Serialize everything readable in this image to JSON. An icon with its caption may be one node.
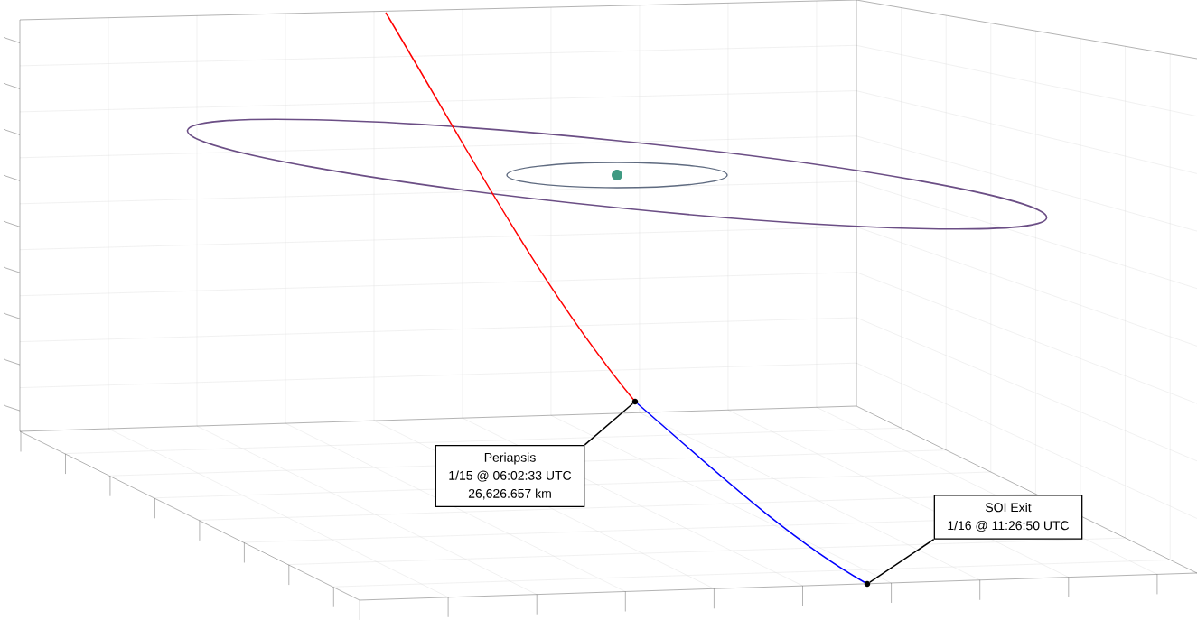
{
  "diagram": {
    "nodes": [
      {
        "text": [
          "Periapsis",
          "1/15 @ 06:02:33 UTC",
          "26,626.657 km"
        ]
      },
      {
        "text": [
          "SOI Exit",
          "1/16 @ 11:26:50 UTC"
        ]
      },
      {
        "text": [],
        "shape": "circle"
      },
      {
        "text": [],
        "shape": "circle"
      }
    ],
    "edges": [
      {
        "from": 0,
        "to": 2,
        "arrow": "none"
      },
      {
        "from": 1,
        "to": 3,
        "arrow": "none"
      },
      {
        "from": 2,
        "to": 3,
        "arrow": "none",
        "color": "#0000ff"
      }
    ]
  }
}
